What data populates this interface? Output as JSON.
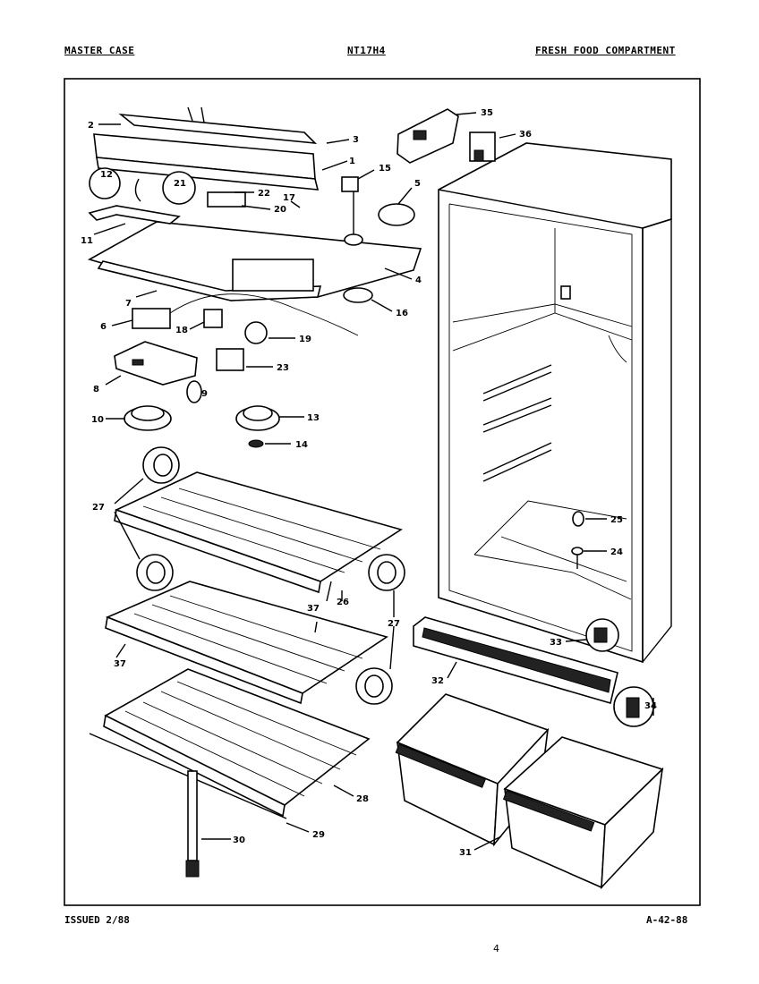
{
  "header": {
    "left": "MASTER CASE",
    "model": "NT17H4",
    "section": "FRESH FOOD COMPARTMENT"
  },
  "footer": {
    "issued": "ISSUED 2/88",
    "ref": "A-42-88",
    "page_mark": "4"
  },
  "callouts": {
    "c1": "1",
    "c2": "2",
    "c3": "3",
    "c4": "4",
    "c5": "5",
    "c6": "6",
    "c7": "7",
    "c8": "8",
    "c9": "9",
    "c10": "10",
    "c11": "11",
    "c12": "12",
    "c13": "13",
    "c14": "14",
    "c15": "15",
    "c16": "16",
    "c17": "17",
    "c18": "18",
    "c19": "19",
    "c20": "20",
    "c21": "21",
    "c22": "22",
    "c23": "23",
    "c24": "24",
    "c25": "25",
    "c26": "26",
    "c27": "27",
    "c28": "28",
    "c29": "29",
    "c30": "30",
    "c31": "31",
    "c32": "32",
    "c33": "33",
    "c34": "34",
    "c35": "35",
    "c36": "36",
    "c37": "37"
  }
}
